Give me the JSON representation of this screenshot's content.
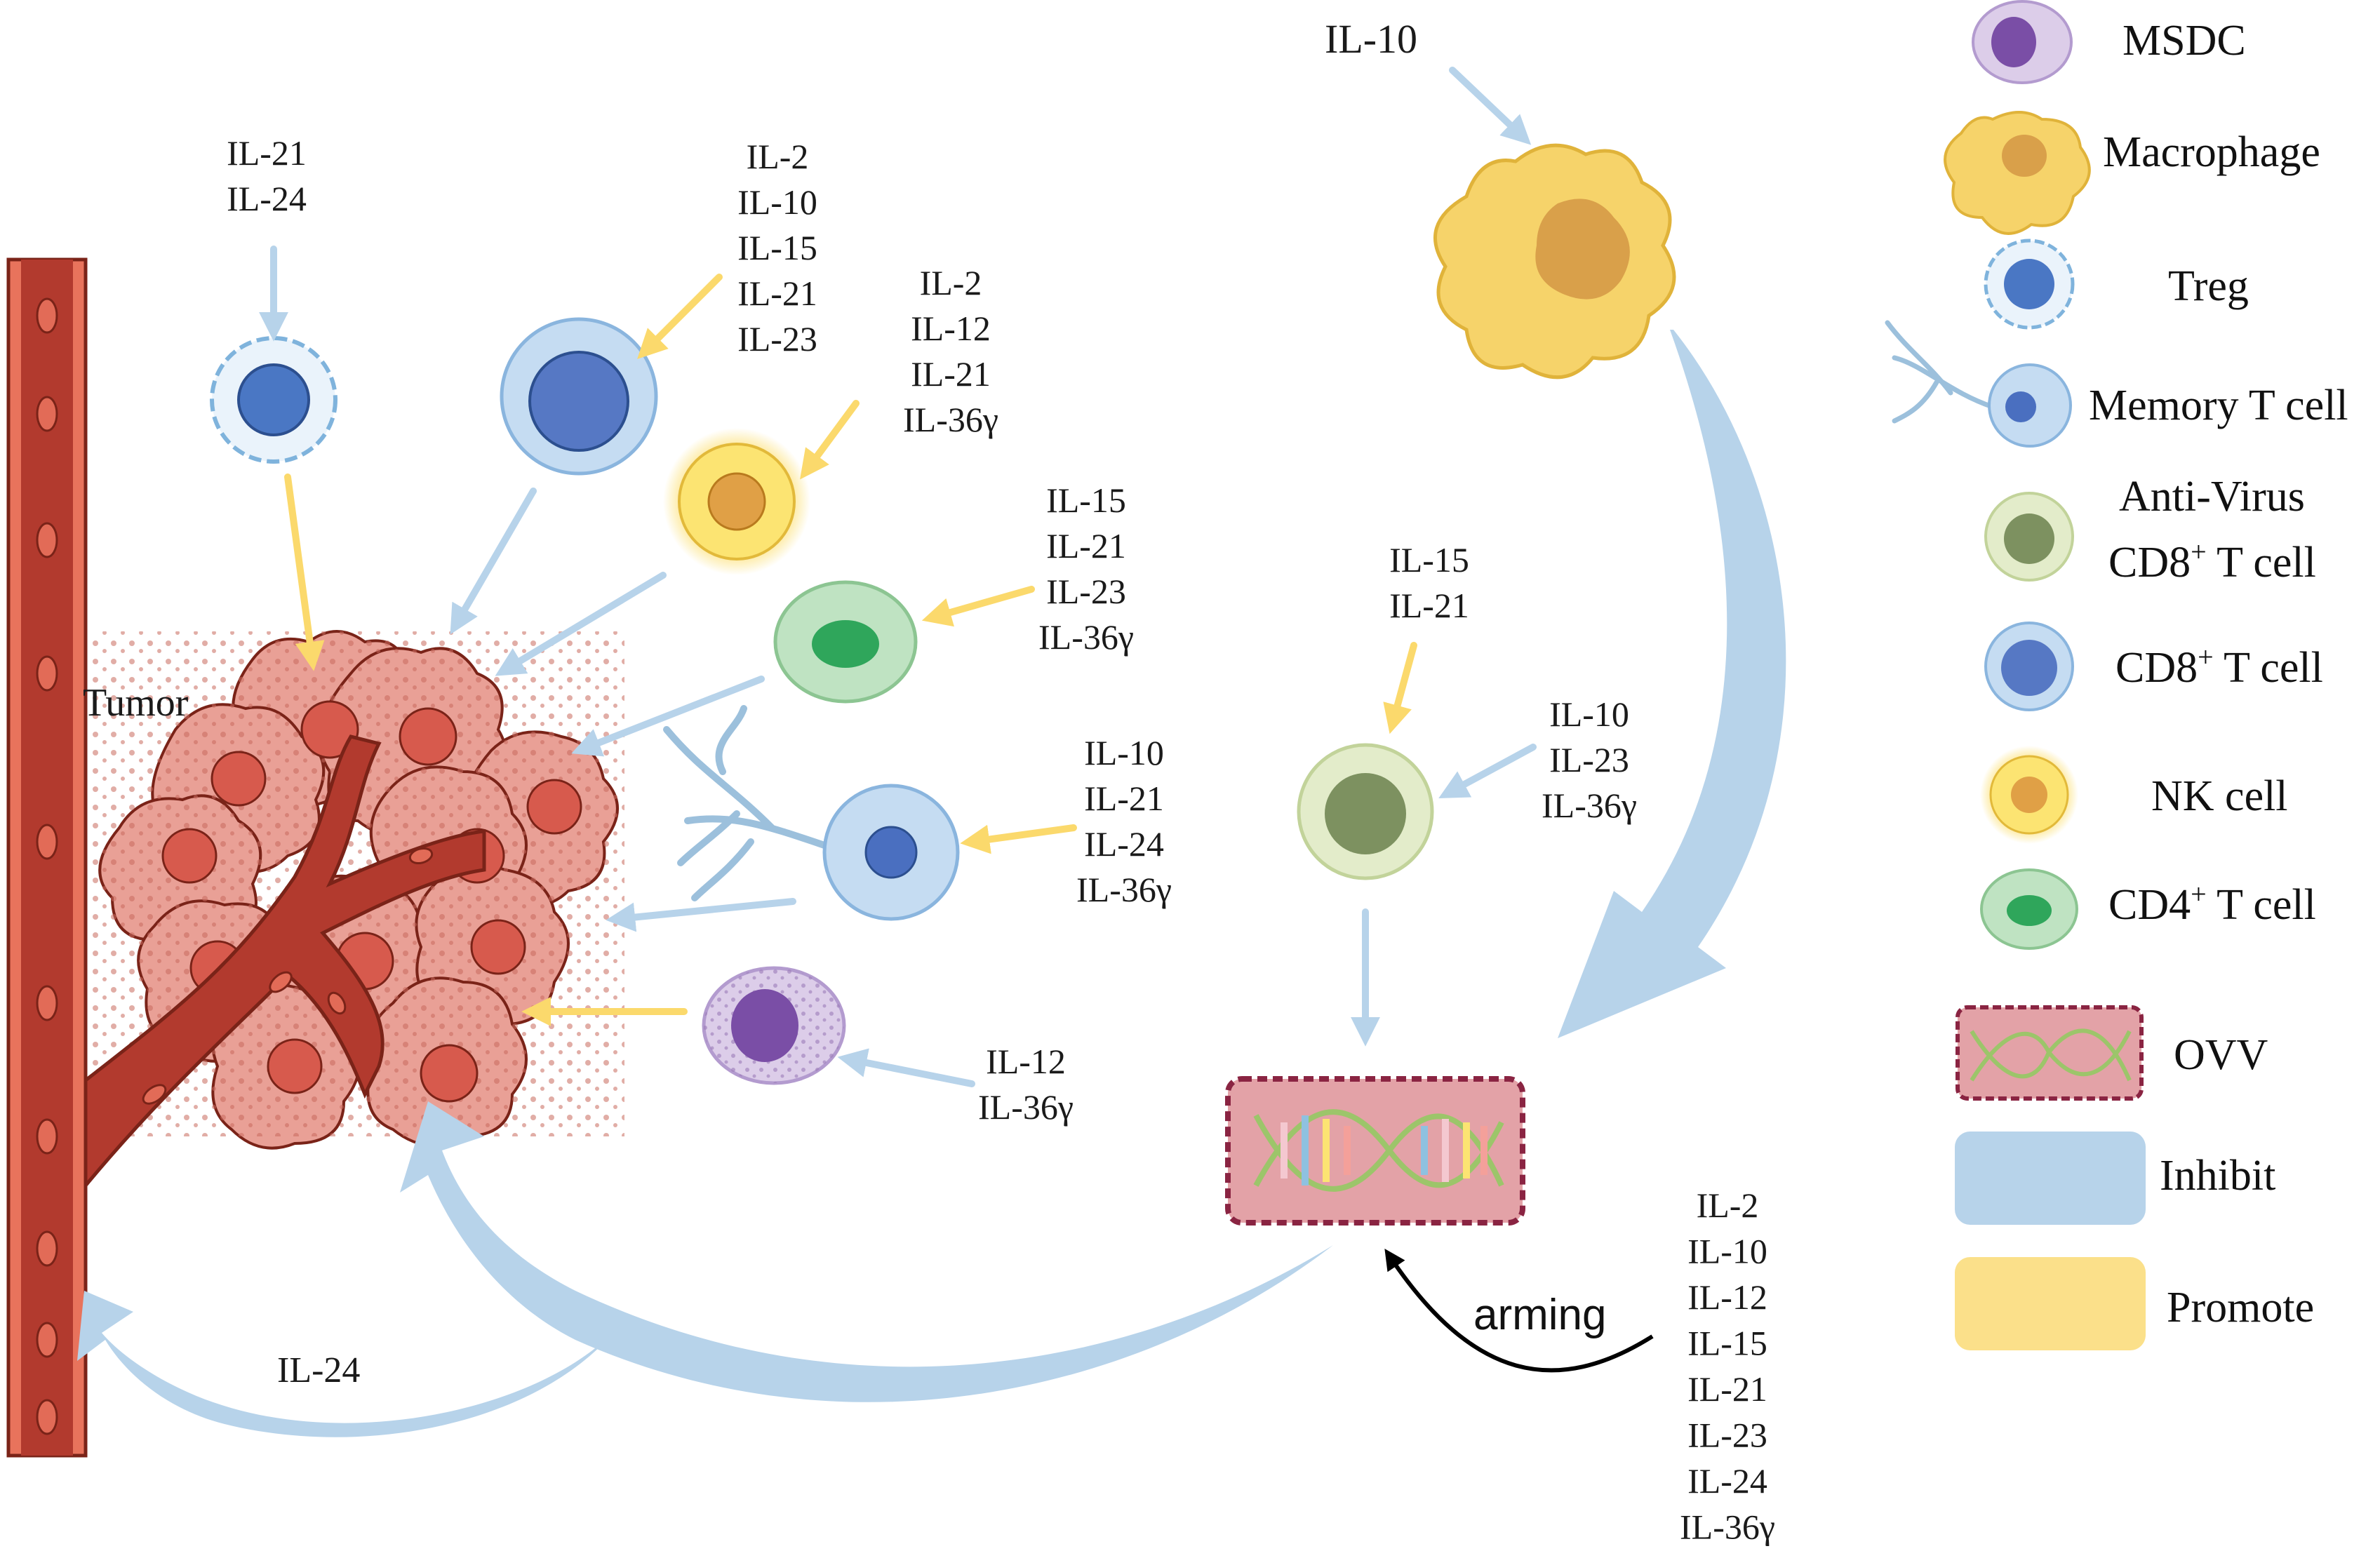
{
  "tumor_label": "Tumor",
  "arming_label": "arming",
  "vessel_label": "IL-24",
  "top_label": "IL-10",
  "groups": {
    "treg": [
      "IL-21",
      "IL-24"
    ],
    "cd8": [
      "IL-2",
      "IL-10",
      "IL-15",
      "IL-21",
      "IL-23"
    ],
    "nk": [
      "IL-2",
      "IL-12",
      "IL-21",
      "IL-36γ"
    ],
    "cd4": [
      "IL-15",
      "IL-21",
      "IL-23",
      "IL-36γ"
    ],
    "memory": [
      "IL-10",
      "IL-21",
      "IL-24",
      "IL-36γ"
    ],
    "msdc": [
      "IL-12",
      "IL-36γ"
    ],
    "antivirus_top": [
      "IL-15",
      "IL-21"
    ],
    "antivirus_side": [
      "IL-10",
      "IL-23",
      "IL-36γ"
    ],
    "arming": [
      "IL-2",
      "IL-10",
      "IL-12",
      "IL-15",
      "IL-21",
      "IL-23",
      "IL-24",
      "IL-36γ"
    ]
  },
  "legend": {
    "msdc": "MSDC",
    "macrophage": "Macrophage",
    "treg": "Treg",
    "memory": "Memory T cell",
    "antivirus_1": "Anti-Virus",
    "antivirus_2": "CD8",
    "antivirus_sup": "+",
    "antivirus_3": " T cell",
    "cd8": "CD8",
    "cd8_sup": "+",
    "cd8_rest": " T cell",
    "nk": "NK cell",
    "cd4": "CD4",
    "cd4_sup": "+",
    "cd4_rest": " T cell",
    "ovv": "OVV",
    "inhibit": "Inhibit",
    "promote": "Promote"
  },
  "colors": {
    "inhibit": "#b7d3ea",
    "promote": "#fbe08a",
    "vessel": "#b23a2e",
    "tumor": "#e9a096"
  }
}
